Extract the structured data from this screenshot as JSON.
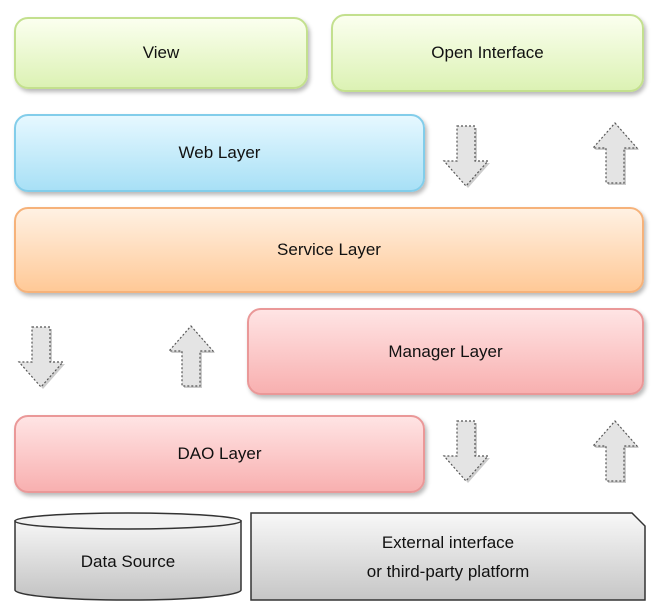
{
  "layers": {
    "view": "View",
    "open_interface": "Open Interface",
    "web_layer": "Web Layer",
    "service_layer": "Service Layer",
    "manager_layer": "Manager Layer",
    "dao_layer": "DAO Layer",
    "data_source": "Data Source",
    "external_line1": "External interface",
    "external_line2": "or third-party platform"
  },
  "colors": {
    "view_fill": "#dcf2b4",
    "web_fill": "#a8e0f6",
    "service_fill": "#ffc997",
    "manager_fill": "#f8b0b0",
    "dao_fill": "#f8b0b0",
    "storage_fill": "#c6c6c6",
    "arrow_fill": "#e4e4e4"
  },
  "arrows": [
    {
      "id": "a1",
      "direction": "down"
    },
    {
      "id": "a2",
      "direction": "up"
    },
    {
      "id": "a3",
      "direction": "down"
    },
    {
      "id": "a4",
      "direction": "up"
    },
    {
      "id": "a5",
      "direction": "down"
    },
    {
      "id": "a6",
      "direction": "up"
    }
  ]
}
